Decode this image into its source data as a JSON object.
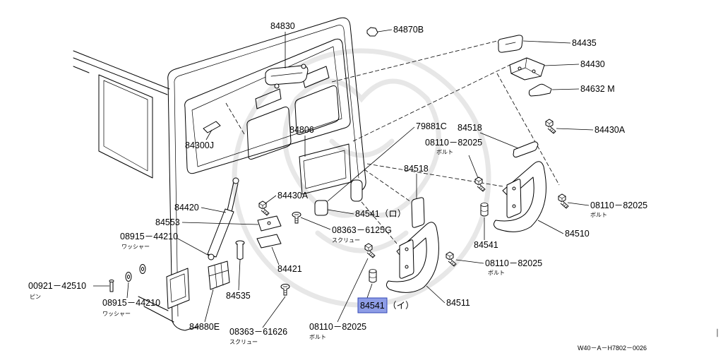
{
  "diagram": {
    "callouts": [
      {
        "part": "84830"
      },
      {
        "part": "84870B"
      },
      {
        "part": "84435"
      },
      {
        "part": "84430"
      },
      {
        "part": "84632 M"
      },
      {
        "part": "84430A"
      },
      {
        "part": "84300J"
      },
      {
        "part": "84806"
      },
      {
        "part": "79881C"
      },
      {
        "part": "84518"
      },
      {
        "part": "08110－82025",
        "note": "ボルト"
      },
      {
        "part": "84518"
      },
      {
        "part": "84430A"
      },
      {
        "part": "84420"
      },
      {
        "part": "84553"
      },
      {
        "part": "84541（ロ）"
      },
      {
        "part": "08363－6125G",
        "note": "スクリュー"
      },
      {
        "part": "08915－44210",
        "note": "ワッシャー"
      },
      {
        "part": "08110－82025",
        "note": "ボルト"
      },
      {
        "part": "84510"
      },
      {
        "part": "84541"
      },
      {
        "part": "08110－82025",
        "note": "ボルト"
      },
      {
        "part": "84421"
      },
      {
        "part": "00921－42510",
        "note": "ピン"
      },
      {
        "part": "84535"
      },
      {
        "part": "08915－44210",
        "note": "ワッシャー"
      },
      {
        "part": "84511"
      },
      {
        "part": "84541",
        "suffix": "（イ）",
        "highlighted": true
      },
      {
        "part": "84880E"
      },
      {
        "part": "08363－61626",
        "note": "スクリュー"
      },
      {
        "part": "08110－82025",
        "note": "ボルト"
      }
    ],
    "drawing_code": "W40－A－H7802－0026"
  },
  "colors": {
    "line": "#000000",
    "highlight_fill": "#8e9de6",
    "highlight_border": "#3247b5",
    "watermark": "#e7e7e7",
    "background": "#ffffff"
  }
}
